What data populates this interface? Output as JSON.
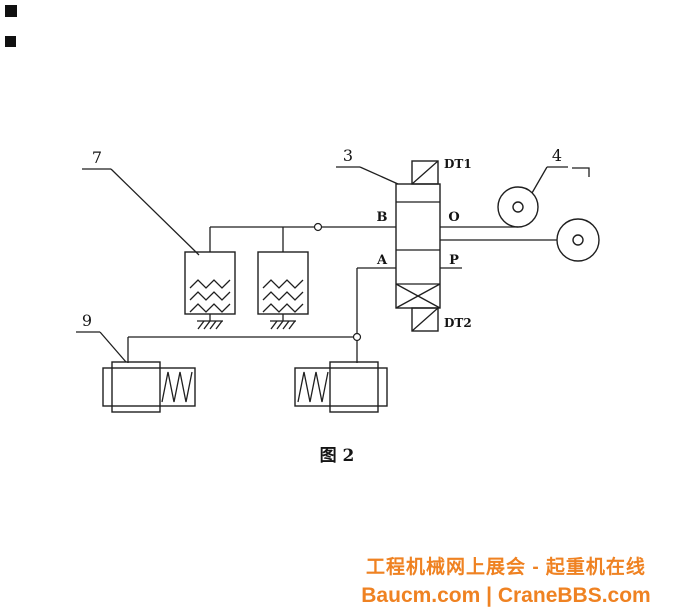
{
  "figure": {
    "caption": "图 2",
    "ref_labels": {
      "r3": "3",
      "r4": "4",
      "r7": "7",
      "r9": "9"
    },
    "solenoids": {
      "top": "DT1",
      "bottom": "DT2"
    },
    "ports": {
      "b": "B",
      "o": "O",
      "a": "A",
      "p": "P"
    }
  },
  "footer": {
    "line1": "工程机械网上展会 - 起重机在线",
    "line2": "Baucm.com | CraneBBS.com",
    "color": "#ef8222"
  },
  "colors": {
    "background": "#ffffff",
    "line": "#1f1f1f"
  }
}
